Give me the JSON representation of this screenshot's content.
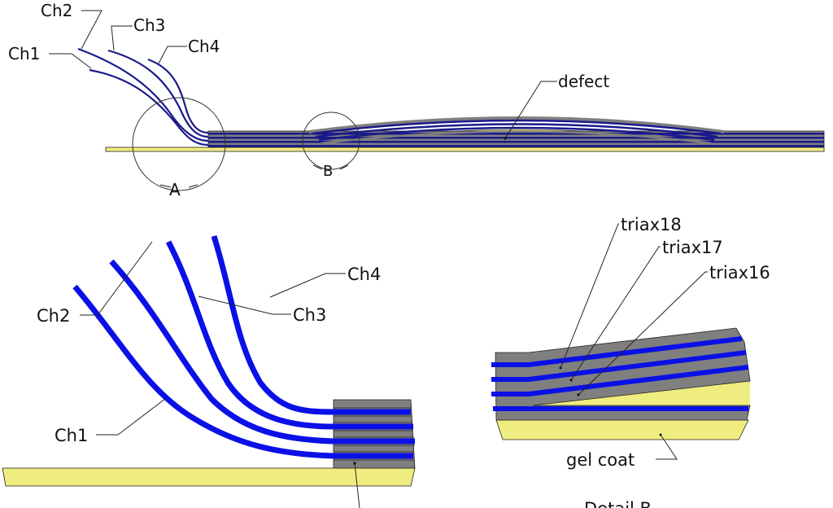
{
  "colors": {
    "gelcoat": "#f0ed80",
    "triax": "#7f7f7f",
    "channel_dark": "#1a1a8c",
    "channel_bright": "#0a10e6",
    "outline": "#222222"
  },
  "overview": {
    "channel_labels": [
      "Ch1",
      "Ch2",
      "Ch3",
      "Ch4"
    ],
    "defect_label": "defect",
    "detail_markers": [
      "A",
      "B"
    ]
  },
  "detail_a": {
    "channel_labels": [
      "Ch1",
      "Ch2",
      "Ch3",
      "Ch4"
    ]
  },
  "detail_b": {
    "layer_labels": [
      "triax18",
      "triax17",
      "triax16"
    ],
    "gelcoat_label": "gel coat",
    "caption": "Detail B"
  }
}
